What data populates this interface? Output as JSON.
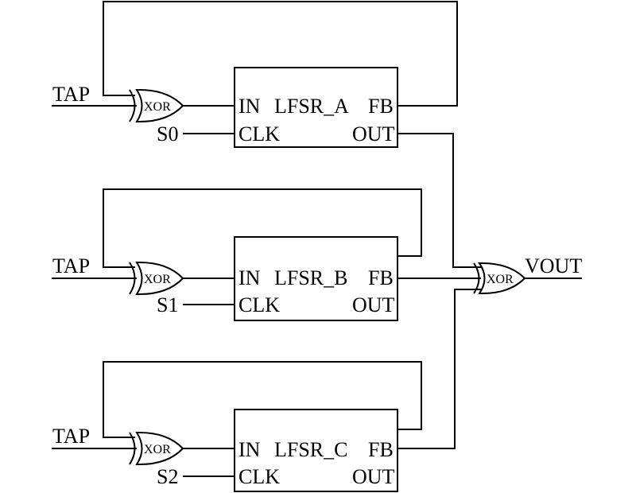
{
  "lfsr_blocks": [
    {
      "name": "LFSR_A",
      "in_label": "IN",
      "fb_label": "FB",
      "clk_label": "CLK",
      "out_label": "OUT",
      "tap_label": "TAP",
      "clk_input": "S0",
      "gate_label": "XOR"
    },
    {
      "name": "LFSR_B",
      "in_label": "IN",
      "fb_label": "FB",
      "clk_label": "CLK",
      "out_label": "OUT",
      "tap_label": "TAP",
      "clk_input": "S1",
      "gate_label": "XOR"
    },
    {
      "name": "LFSR_C",
      "in_label": "IN",
      "fb_label": "FB",
      "clk_label": "CLK",
      "out_label": "OUT",
      "tap_label": "TAP",
      "clk_input": "S2",
      "gate_label": "XOR"
    }
  ],
  "output_gate": {
    "gate_label": "XOR",
    "output_label": "VOUT"
  }
}
